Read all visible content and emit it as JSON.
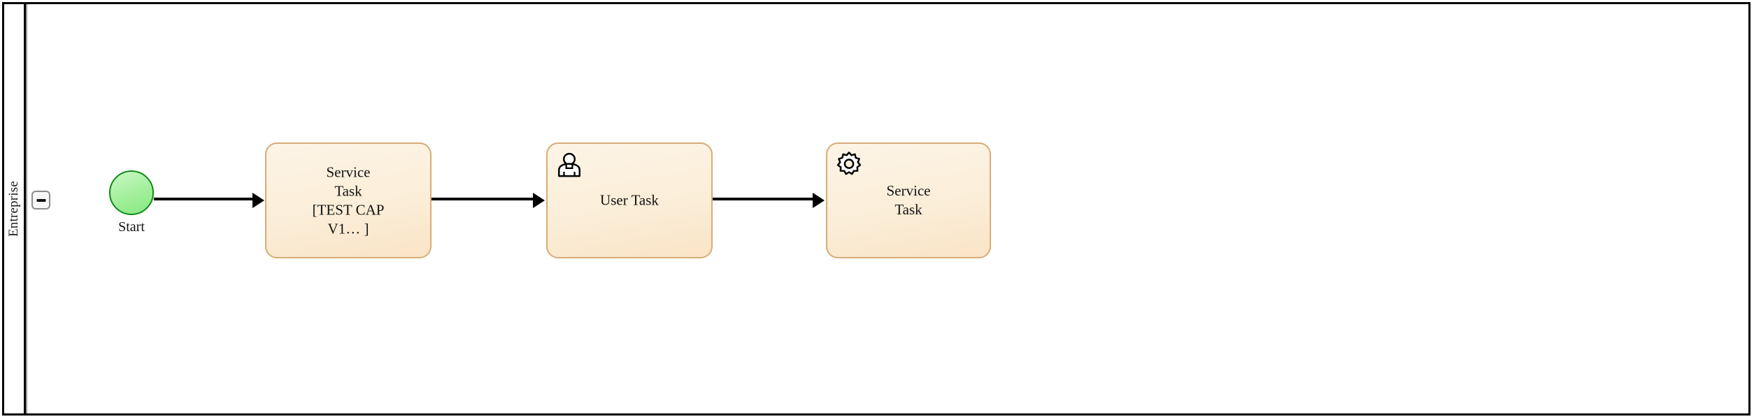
{
  "pool": {
    "lane": {
      "name": "Entreprise",
      "collapse_control": "minus-icon"
    }
  },
  "colors": {
    "frame_stroke": "#000000",
    "lane_divider": "#9a9a9a",
    "task_fill": "#fbeed9",
    "task_stroke": "#d7ac76",
    "start_fill": "#a7f0a0",
    "start_stroke": "#0e8a17",
    "flow_stroke": "#000000"
  },
  "nodes": {
    "start": {
      "type": "start-event",
      "label": "Start"
    },
    "service_task_1": {
      "type": "service-task",
      "label": "Service\nTask\n[TEST CAP\nV1… ]",
      "icon": "gear-icon",
      "icon_visible": false
    },
    "user_task": {
      "type": "user-task",
      "label": "User Task",
      "icon": "user-icon",
      "icon_visible": true
    },
    "service_task_2": {
      "type": "service-task",
      "label": "Service\nTask",
      "icon": "gear-icon",
      "icon_visible": true
    }
  },
  "flows": [
    {
      "id": "flow-1",
      "from": "start",
      "to": "service_task_1"
    },
    {
      "id": "flow-2",
      "from": "service_task_1",
      "to": "user_task"
    },
    {
      "id": "flow-3",
      "from": "user_task",
      "to": "service_task_2"
    }
  ]
}
